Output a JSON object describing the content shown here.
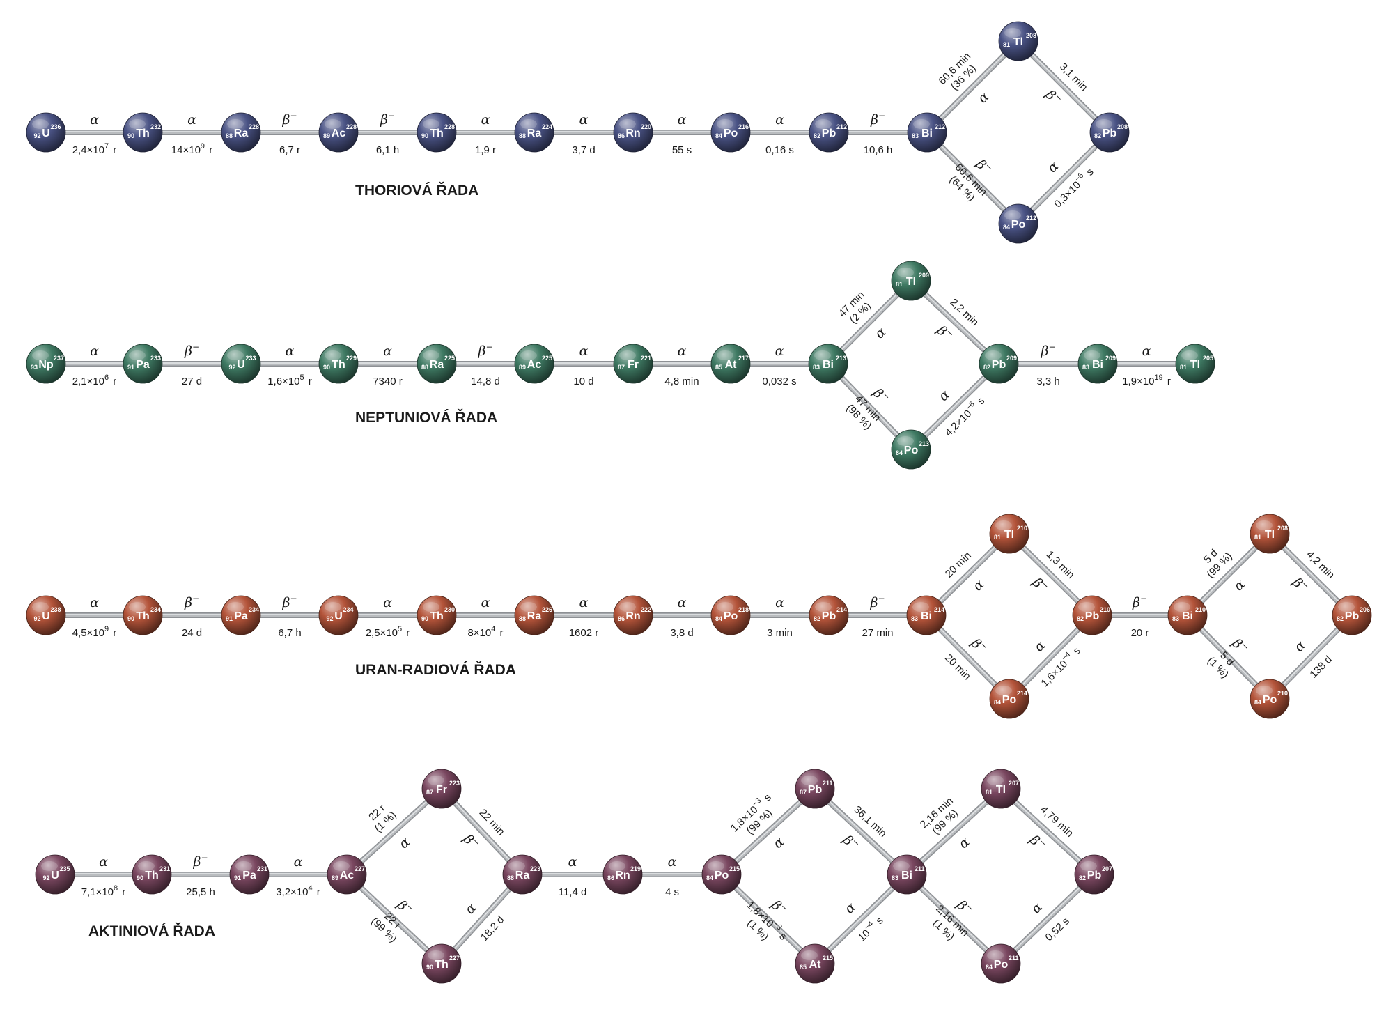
{
  "colors": {
    "thorium": "#4a5385",
    "neptunium": "#3f7a63",
    "uranium": "#b4543a",
    "actinium": "#7a4760",
    "bond": "#b9bcbf",
    "text": "#1a1a1a"
  },
  "series": [
    {
      "id": "thorium",
      "title": "THORIOVÁ ŘADA",
      "color": "thorium",
      "nodes": [
        {
          "id": "U236",
          "el": "U",
          "z": "92",
          "a": "236"
        },
        {
          "id": "Th232",
          "el": "Th",
          "z": "90",
          "a": "232"
        },
        {
          "id": "Ra228",
          "el": "Ra",
          "z": "88",
          "a": "228"
        },
        {
          "id": "Ac228",
          "el": "Ac",
          "z": "89",
          "a": "228"
        },
        {
          "id": "Th228",
          "el": "Th",
          "z": "90",
          "a": "228"
        },
        {
          "id": "Ra224",
          "el": "Ra",
          "z": "88",
          "a": "224"
        },
        {
          "id": "Rn220",
          "el": "Rn",
          "z": "86",
          "a": "220"
        },
        {
          "id": "Po216",
          "el": "Po",
          "z": "84",
          "a": "216"
        },
        {
          "id": "Pb212",
          "el": "Pb",
          "z": "82",
          "a": "212"
        },
        {
          "id": "Bi212",
          "el": "Bi",
          "z": "83",
          "a": "212"
        },
        {
          "id": "Tl208",
          "el": "Tl",
          "z": "81",
          "a": "208"
        },
        {
          "id": "Po212",
          "el": "Po",
          "z": "84",
          "a": "212"
        },
        {
          "id": "Pb208",
          "el": "Pb",
          "z": "82",
          "a": "208"
        }
      ],
      "links": [
        {
          "from": "U236",
          "to": "Th232",
          "decay": "α",
          "t": "2,4×10",
          "e": "7",
          "u": "r"
        },
        {
          "from": "Th232",
          "to": "Ra228",
          "decay": "α",
          "t": "14×10",
          "e": "9",
          "u": "r"
        },
        {
          "from": "Ra228",
          "to": "Ac228",
          "decay": "β",
          "sup": "−",
          "t": "6,7 r"
        },
        {
          "from": "Ac228",
          "to": "Th228",
          "decay": "β",
          "sup": "−",
          "t": "6,1 h"
        },
        {
          "from": "Th228",
          "to": "Ra224",
          "decay": "α",
          "t": "1,9 r"
        },
        {
          "from": "Ra224",
          "to": "Rn220",
          "decay": "α",
          "t": "3,7 d"
        },
        {
          "from": "Rn220",
          "to": "Po216",
          "decay": "α",
          "t": "55 s"
        },
        {
          "from": "Po216",
          "to": "Pb212",
          "decay": "α",
          "t": "0,16 s"
        },
        {
          "from": "Pb212",
          "to": "Bi212",
          "decay": "β",
          "sup": "−",
          "t": "10,6 h"
        },
        {
          "from": "Bi212",
          "to": "Tl208",
          "decay": "α",
          "t": "60,6 min",
          "t2": "(36 %)"
        },
        {
          "from": "Tl208",
          "to": "Pb208",
          "decay": "β",
          "sup": "−",
          "t": "3,1 min"
        },
        {
          "from": "Bi212",
          "to": "Po212",
          "decay": "β",
          "sup": "−",
          "t": "60,6 min",
          "t2": "(64 %)"
        },
        {
          "from": "Po212",
          "to": "Pb208",
          "decay": "α",
          "t": "0,3×10",
          "e": "−6",
          "u": "s"
        }
      ]
    },
    {
      "id": "neptunium",
      "title": "NEPTUNIOVÁ ŘADA",
      "color": "neptunium",
      "nodes": [
        {
          "id": "Np237",
          "el": "Np",
          "z": "93",
          "a": "237"
        },
        {
          "id": "Pa233",
          "el": "Pa",
          "z": "91",
          "a": "233"
        },
        {
          "id": "U233",
          "el": "U",
          "z": "92",
          "a": "233"
        },
        {
          "id": "Th229",
          "el": "Th",
          "z": "90",
          "a": "229"
        },
        {
          "id": "Ra225",
          "el": "Ra",
          "z": "88",
          "a": "225"
        },
        {
          "id": "Ac225",
          "el": "Ac",
          "z": "89",
          "a": "225"
        },
        {
          "id": "Fr221",
          "el": "Fr",
          "z": "87",
          "a": "221"
        },
        {
          "id": "At217",
          "el": "At",
          "z": "85",
          "a": "217"
        },
        {
          "id": "Bi213",
          "el": "Bi",
          "z": "83",
          "a": "213"
        },
        {
          "id": "Tl209",
          "el": "Tl",
          "z": "81",
          "a": "209"
        },
        {
          "id": "Po213",
          "el": "Po",
          "z": "84",
          "a": "213"
        },
        {
          "id": "Pb209",
          "el": "Pb",
          "z": "82",
          "a": "209"
        },
        {
          "id": "Bi209",
          "el": "Bi",
          "z": "83",
          "a": "209"
        },
        {
          "id": "Tl205",
          "el": "Tl",
          "z": "81",
          "a": "205"
        }
      ],
      "links": [
        {
          "from": "Np237",
          "to": "Pa233",
          "decay": "α",
          "t": "2,1×10",
          "e": "6",
          "u": "r"
        },
        {
          "from": "Pa233",
          "to": "U233",
          "decay": "β",
          "sup": "−",
          "t": "27 d"
        },
        {
          "from": "U233",
          "to": "Th229",
          "decay": "α",
          "t": "1,6×10",
          "e": "5",
          "u": "r"
        },
        {
          "from": "Th229",
          "to": "Ra225",
          "decay": "α",
          "t": "7340 r"
        },
        {
          "from": "Ra225",
          "to": "Ac225",
          "decay": "β",
          "sup": "−",
          "t": "14,8 d"
        },
        {
          "from": "Ac225",
          "to": "Fr221",
          "decay": "α",
          "t": "10 d"
        },
        {
          "from": "Fr221",
          "to": "At217",
          "decay": "α",
          "t": "4,8 min"
        },
        {
          "from": "At217",
          "to": "Bi213",
          "decay": "α",
          "t": "0,032 s"
        },
        {
          "from": "Bi213",
          "to": "Tl209",
          "decay": "α",
          "t": "47 min",
          "t2": "(2 %)"
        },
        {
          "from": "Tl209",
          "to": "Pb209",
          "decay": "β",
          "sup": "−",
          "t": "2,2 min"
        },
        {
          "from": "Bi213",
          "to": "Po213",
          "decay": "β",
          "sup": "−",
          "t": "47 min",
          "t2": "(98 %)"
        },
        {
          "from": "Po213",
          "to": "Pb209",
          "decay": "α",
          "t": "4,2×10",
          "e": "−6",
          "u": "s"
        },
        {
          "from": "Pb209",
          "to": "Bi209",
          "decay": "β",
          "sup": "−",
          "t": "3,3 h"
        },
        {
          "from": "Bi209",
          "to": "Tl205",
          "decay": "α",
          "t": "1,9×10",
          "e": "19",
          "u": "r"
        }
      ]
    },
    {
      "id": "uranium",
      "title": "URAN-RADIOVÁ ŘADA",
      "color": "uranium",
      "nodes": [
        {
          "id": "U238",
          "el": "U",
          "z": "92",
          "a": "238"
        },
        {
          "id": "Th234",
          "el": "Th",
          "z": "90",
          "a": "234"
        },
        {
          "id": "Pa234",
          "el": "Pa",
          "z": "91",
          "a": "234"
        },
        {
          "id": "U234",
          "el": "U",
          "z": "92",
          "a": "234"
        },
        {
          "id": "Th230",
          "el": "Th",
          "z": "90",
          "a": "230"
        },
        {
          "id": "Ra226",
          "el": "Ra",
          "z": "88",
          "a": "226"
        },
        {
          "id": "Rn222",
          "el": "Rn",
          "z": "86",
          "a": "222"
        },
        {
          "id": "Po218",
          "el": "Po",
          "z": "84",
          "a": "218"
        },
        {
          "id": "Pb214",
          "el": "Pb",
          "z": "82",
          "a": "214"
        },
        {
          "id": "Bi214",
          "el": "Bi",
          "z": "83",
          "a": "214"
        },
        {
          "id": "Tl210",
          "el": "Tl",
          "z": "81",
          "a": "210"
        },
        {
          "id": "Po214",
          "el": "Po",
          "z": "84",
          "a": "214"
        },
        {
          "id": "Pb210",
          "el": "Pb",
          "z": "82",
          "a": "210"
        },
        {
          "id": "Bi210",
          "el": "Bi",
          "z": "83",
          "a": "210"
        },
        {
          "id": "Tl206",
          "el": "Tl",
          "z": "81",
          "a": "208"
        },
        {
          "id": "Po210",
          "el": "Po",
          "z": "84",
          "a": "210"
        },
        {
          "id": "Pb206",
          "el": "Pb",
          "z": "82",
          "a": "206"
        }
      ],
      "links": [
        {
          "from": "U238",
          "to": "Th234",
          "decay": "α",
          "t": "4,5×10",
          "e": "9",
          "u": "r"
        },
        {
          "from": "Th234",
          "to": "Pa234",
          "decay": "β",
          "sup": "−",
          "t": "24 d"
        },
        {
          "from": "Pa234",
          "to": "U234",
          "decay": "β",
          "sup": "−",
          "t": "6,7 h"
        },
        {
          "from": "U234",
          "to": "Th230",
          "decay": "α",
          "t": "2,5×10",
          "e": "5",
          "u": "r"
        },
        {
          "from": "Th230",
          "to": "Ra226",
          "decay": "α",
          "t": "8×10",
          "e": "4",
          "u": "r"
        },
        {
          "from": "Ra226",
          "to": "Rn222",
          "decay": "α",
          "t": "1602 r"
        },
        {
          "from": "Rn222",
          "to": "Po218",
          "decay": "α",
          "t": "3,8 d"
        },
        {
          "from": "Po218",
          "to": "Pb214",
          "decay": "α",
          "t": "3 min"
        },
        {
          "from": "Pb214",
          "to": "Bi214",
          "decay": "β",
          "sup": "−",
          "t": "27 min"
        },
        {
          "from": "Bi214",
          "to": "Tl210",
          "decay": "α",
          "t": "20 min"
        },
        {
          "from": "Tl210",
          "to": "Pb210",
          "decay": "β",
          "sup": "−",
          "t": "1,3 min"
        },
        {
          "from": "Bi214",
          "to": "Po214",
          "decay": "β",
          "sup": "−",
          "t": "20 min"
        },
        {
          "from": "Po214",
          "to": "Pb210",
          "decay": "α",
          "t": "1,6×10",
          "e": "−4",
          "u": "s"
        },
        {
          "from": "Pb210",
          "to": "Bi210",
          "decay": "β",
          "sup": "−",
          "t": "20 r"
        },
        {
          "from": "Bi210",
          "to": "Tl206",
          "decay": "α",
          "t": "5 d",
          "t2": "(99 %)"
        },
        {
          "from": "Tl206",
          "to": "Pb206",
          "decay": "β",
          "sup": "−",
          "t": "4,2 min"
        },
        {
          "from": "Bi210",
          "to": "Po210",
          "decay": "β",
          "sup": "−",
          "t": "5 d",
          "t2": "(1 %)"
        },
        {
          "from": "Po210",
          "to": "Pb206",
          "decay": "α",
          "t": "138 d"
        }
      ]
    },
    {
      "id": "actinium",
      "title": "AKTINIOVÁ ŘADA",
      "color": "actinium",
      "nodes": [
        {
          "id": "U235",
          "el": "U",
          "z": "92",
          "a": "235"
        },
        {
          "id": "Th231",
          "el": "Th",
          "z": "90",
          "a": "231"
        },
        {
          "id": "Pa231",
          "el": "Pa",
          "z": "91",
          "a": "231"
        },
        {
          "id": "Ac227",
          "el": "Ac",
          "z": "89",
          "a": "227"
        },
        {
          "id": "Fr223",
          "el": "Fr",
          "z": "87",
          "a": "223"
        },
        {
          "id": "Th227",
          "el": "Th",
          "z": "90",
          "a": "227"
        },
        {
          "id": "Ra223",
          "el": "Ra",
          "z": "88",
          "a": "223"
        },
        {
          "id": "Rn219",
          "el": "Rn",
          "z": "86",
          "a": "219"
        },
        {
          "id": "Po215",
          "el": "Po",
          "z": "84",
          "a": "215"
        },
        {
          "id": "Pb211",
          "el": "Pb",
          "z": "87",
          "a": "211"
        },
        {
          "id": "At215",
          "el": "At",
          "z": "85",
          "a": "215"
        },
        {
          "id": "Bi211",
          "el": "Bi",
          "z": "83",
          "a": "211"
        },
        {
          "id": "Tl207",
          "el": "Tl",
          "z": "81",
          "a": "207"
        },
        {
          "id": "Po211",
          "el": "Po",
          "z": "84",
          "a": "211"
        },
        {
          "id": "Pb207",
          "el": "Pb",
          "z": "82",
          "a": "207"
        }
      ],
      "links": [
        {
          "from": "U235",
          "to": "Th231",
          "decay": "α",
          "t": "7,1×10",
          "e": "8",
          "u": "r"
        },
        {
          "from": "Th231",
          "to": "Pa231",
          "decay": "β",
          "sup": "−",
          "t": "25,5 h"
        },
        {
          "from": "Pa231",
          "to": "Ac227",
          "decay": "α",
          "t": "3,2×10",
          "e": "4",
          "u": "r"
        },
        {
          "from": "Ac227",
          "to": "Fr223",
          "decay": "α",
          "t": "22 r",
          "t2": "(1 %)"
        },
        {
          "from": "Fr223",
          "to": "Ra223",
          "decay": "β",
          "sup": "−",
          "t": "22 min"
        },
        {
          "from": "Ac227",
          "to": "Th227",
          "decay": "β",
          "sup": "−",
          "t": "22 r",
          "t2": "(99 %)"
        },
        {
          "from": "Th227",
          "to": "Ra223",
          "decay": "α",
          "t": "18,2 d"
        },
        {
          "from": "Ra223",
          "to": "Rn219",
          "decay": "α",
          "t": "11,4 d"
        },
        {
          "from": "Rn219",
          "to": "Po215",
          "decay": "α",
          "t": "4 s"
        },
        {
          "from": "Po215",
          "to": "Pb211",
          "decay": "α",
          "t": "1,8×10",
          "e": "−3",
          "u": "s",
          "t2": "(99 %)"
        },
        {
          "from": "Pb211",
          "to": "Bi211",
          "decay": "β",
          "sup": "−",
          "t": "36,1 min"
        },
        {
          "from": "Po215",
          "to": "At215",
          "decay": "β",
          "sup": "−",
          "t": "1,8×10",
          "e": "−3",
          "u": "s",
          "t2": "(1 %)"
        },
        {
          "from": "At215",
          "to": "Bi211",
          "decay": "α",
          "t": "10",
          "e": "−4",
          "u": "s"
        },
        {
          "from": "Bi211",
          "to": "Tl207",
          "decay": "α",
          "t": "2,16 min",
          "t2": "(99 %)"
        },
        {
          "from": "Tl207",
          "to": "Pb207",
          "decay": "β",
          "sup": "−",
          "t": "4,79 min"
        },
        {
          "from": "Bi211",
          "to": "Po211",
          "decay": "β",
          "sup": "−",
          "t": "2,16 min",
          "t2": "(1 %)"
        },
        {
          "from": "Po211",
          "to": "Pb207",
          "decay": "α",
          "t": "0,52 s"
        }
      ]
    }
  ]
}
